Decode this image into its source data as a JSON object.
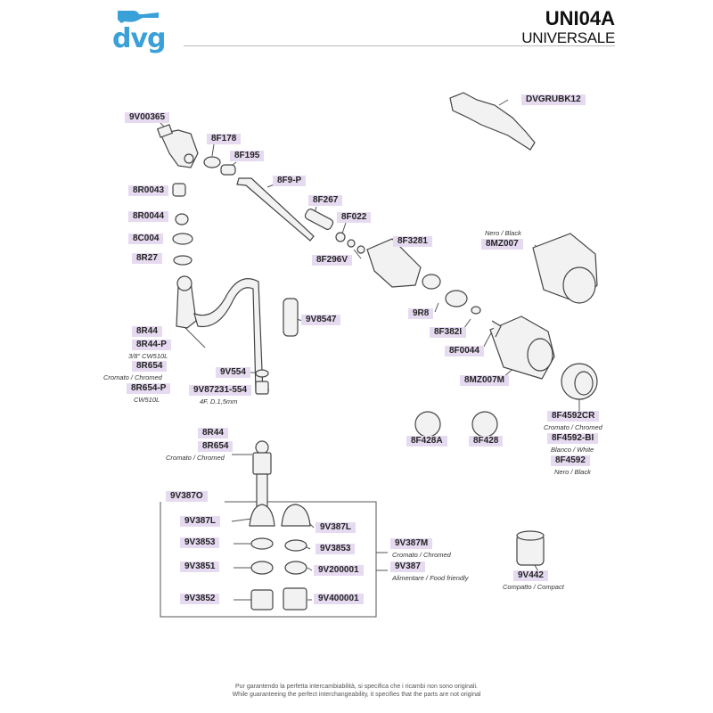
{
  "header": {
    "logo_text": "dvg",
    "code": "UNI04A",
    "subtitle": "UNIVERSALE"
  },
  "parts": {
    "p9V00365": "9V00365",
    "p8F178": "8F178",
    "p8F195": "8F195",
    "p8R0043": "8R0043",
    "p8F9P": "8F9-P",
    "p8F267": "8F267",
    "p8R0044": "8R0044",
    "p8F022": "8F022",
    "p8C004": "8C004",
    "p8F3281": "8F3281",
    "p8R27": "8R27",
    "p8F296V": "8F296V",
    "pDVGRUBK12": "DVGRUBK12",
    "p8MZ007": "8MZ007",
    "p9R8": "9R8",
    "p8F382I": "8F382I",
    "p9V8547": "9V8547",
    "p8R44": "8R44",
    "p8R44P": "8R44-P",
    "p8R654": "8R654",
    "p8R654P": "8R654-P",
    "p9V554": "9V554",
    "p9V87231": "9V87231-554",
    "p8F0044": "8F0044",
    "p8MZ007M": "8MZ007M",
    "p8F4592CR": "8F4592CR",
    "p8F4592BI": "8F4592-BI",
    "p8F4592": "8F4592",
    "p8F428A": "8F428A",
    "p8F428": "8F428",
    "p8R44b": "8R44",
    "p8R654b": "8R654",
    "p9V387O": "9V387O",
    "p9V387L_left": "9V387L",
    "p9V387L_right": "9V387L",
    "p9V3853_left": "9V3853",
    "p9V3853_right": "9V3853",
    "p9V3851": "9V3851",
    "p9V200001": "9V200001",
    "p9V3852": "9V3852",
    "p9V400001": "9V400001",
    "p9V387M": "9V387M",
    "p9V387": "9V387",
    "p9V442": "9V442"
  },
  "notes": {
    "nero_black": "Nero / Black",
    "cw510l_38": "3/8\" CW510L",
    "cromato_chromed_1": "Cromato / Chromed",
    "cw510l": "CW510L",
    "diam": "4F. D.1,5mm",
    "cromato_chromed_2": "Cromato / Chromed",
    "blanco_white": "Blanco / White",
    "nero_black_2": "Nero / Black",
    "cromato_chromed_3": "Cromato / Chromed",
    "cromato_chromed_4": "Cromato / Chromed",
    "alimentare": "Alimentare / Food friendly",
    "compatto": "Compatto / Compact"
  },
  "footer": {
    "line1": "Pur garantendo la perfetta intercambiabilità, si specifica che i ricambi non sono originali.",
    "line2": "While guaranteeing the perfect interchangeability, it specifies that the parts are not original"
  },
  "colors": {
    "brand_blue": "#3aa0d8",
    "label_bg": "#e6daf0"
  }
}
